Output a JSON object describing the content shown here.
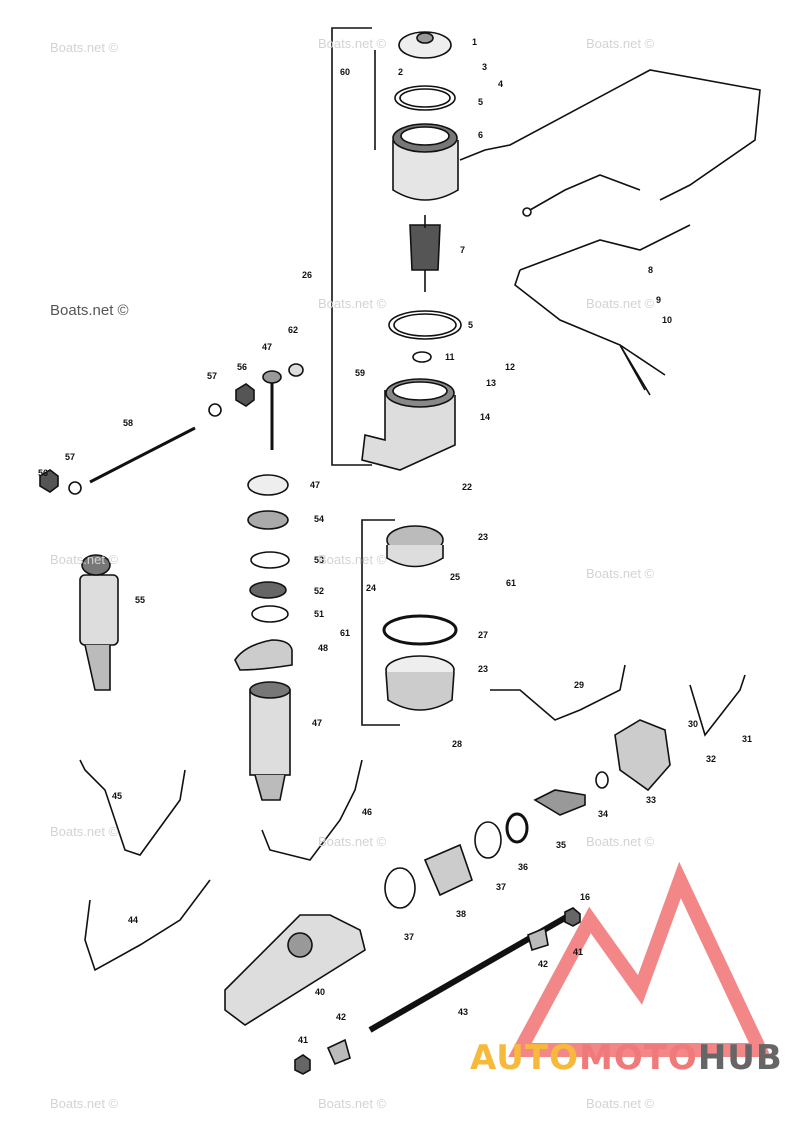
{
  "watermarks": {
    "site": "Boats.net ©",
    "site_prominent": "Boats.net ©"
  },
  "logo": {
    "part1": "AUTO",
    "part2": "MOTO",
    "part3": "HUB",
    "colors": {
      "auto": "#f6b93b",
      "moto": "#f07a7a",
      "hub": "#666666",
      "mark": "#f27a7a"
    }
  },
  "callouts": [
    "1",
    "2",
    "3",
    "4",
    "5",
    "6",
    "7",
    "8",
    "9",
    "10",
    "11",
    "12",
    "13",
    "14",
    "22",
    "23",
    "24",
    "25",
    "26",
    "27",
    "28",
    "29",
    "30",
    "31",
    "32",
    "33",
    "34",
    "35",
    "36",
    "37",
    "38",
    "40",
    "41",
    "42",
    "43",
    "44",
    "45",
    "46",
    "47",
    "48",
    "51",
    "52",
    "53",
    "54",
    "55",
    "56",
    "57",
    "58",
    "59",
    "60",
    "61",
    "62"
  ],
  "labels": {
    "l1": "1",
    "l2": "2",
    "l3": "3",
    "l4": "4",
    "l5a": "5",
    "l5b": "5",
    "l6": "6",
    "l7": "7",
    "l8": "8",
    "l9": "9",
    "l10": "10",
    "l11": "11",
    "l12": "12",
    "l13": "13",
    "l14": "14",
    "l22": "22",
    "l23a": "23",
    "l23b": "23",
    "l24": "24",
    "l25": "25",
    "l26": "26",
    "l27": "27",
    "l28": "28",
    "l29": "29",
    "l30": "30",
    "l31": "31",
    "l32": "32",
    "l33": "33",
    "l34": "34",
    "l35": "35",
    "l36": "36",
    "l37a": "37",
    "l37b": "37",
    "l38": "38",
    "l40": "40",
    "l41a": "41",
    "l41b": "41",
    "l42a": "42",
    "l42b": "42",
    "l43": "43",
    "l44": "44",
    "l45": "45",
    "l46": "46",
    "l47a": "47",
    "l47b": "47",
    "l47c": "47",
    "l48": "48",
    "l51": "51",
    "l52": "52",
    "l53": "53",
    "l54": "54",
    "l55": "55",
    "l56a": "56",
    "l56b": "56",
    "l57a": "57",
    "l57b": "57",
    "l58": "58",
    "l59": "59",
    "l60": "60",
    "l61a": "61",
    "l61b": "61",
    "l62": "62",
    "l16": "16"
  }
}
